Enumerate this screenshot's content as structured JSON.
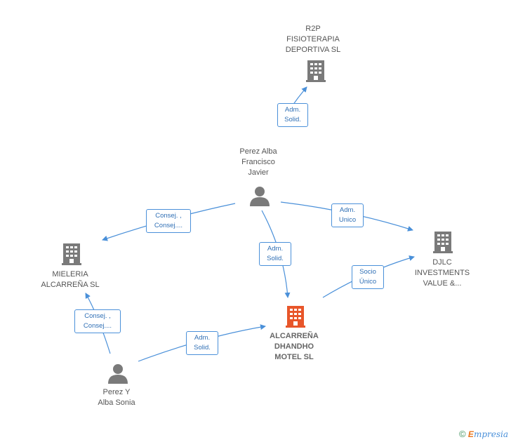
{
  "nodes": {
    "r2p": {
      "label_lines": [
        "R2P",
        "FISIOTERAPIA",
        "DEPORTIVA  SL"
      ]
    },
    "perez_alba": {
      "label_lines": [
        "Perez Alba",
        "Francisco",
        "Javier"
      ]
    },
    "mieleria": {
      "label_lines": [
        "MIELERIA",
        "ALCARREÑA SL"
      ]
    },
    "djlc": {
      "label_lines": [
        "DJLC",
        "INVESTMENTS",
        "VALUE &..."
      ]
    },
    "alcarrena": {
      "label_lines": [
        "ALCARREÑA",
        "DHANDHO",
        "MOTEL  SL"
      ]
    },
    "perez_y": {
      "label_lines": [
        "Perez Y",
        "Alba Sonia"
      ]
    }
  },
  "edges": {
    "e1": {
      "lines": [
        "Adm.",
        "Solid."
      ]
    },
    "e2": {
      "lines": [
        "Consej. ,",
        "Consej...."
      ]
    },
    "e3": {
      "lines": [
        "Adm.",
        "Unico"
      ]
    },
    "e4": {
      "lines": [
        "Adm.",
        "Solid."
      ]
    },
    "e5": {
      "lines": [
        "Socio",
        "Único"
      ]
    },
    "e6": {
      "lines": [
        "Consej. ,",
        "Consej...."
      ]
    },
    "e7": {
      "lines": [
        "Adm.",
        "Solid."
      ]
    }
  },
  "colors": {
    "edge": "#4a90d9",
    "building": "#7a7a7a",
    "building_highlight": "#e8562a",
    "person": "#7a7a7a"
  },
  "icons": {
    "company": "building-icon",
    "person": "person-icon"
  },
  "footer": {
    "copyright": "©",
    "brand_first": "E",
    "brand_rest": "mpresia"
  }
}
